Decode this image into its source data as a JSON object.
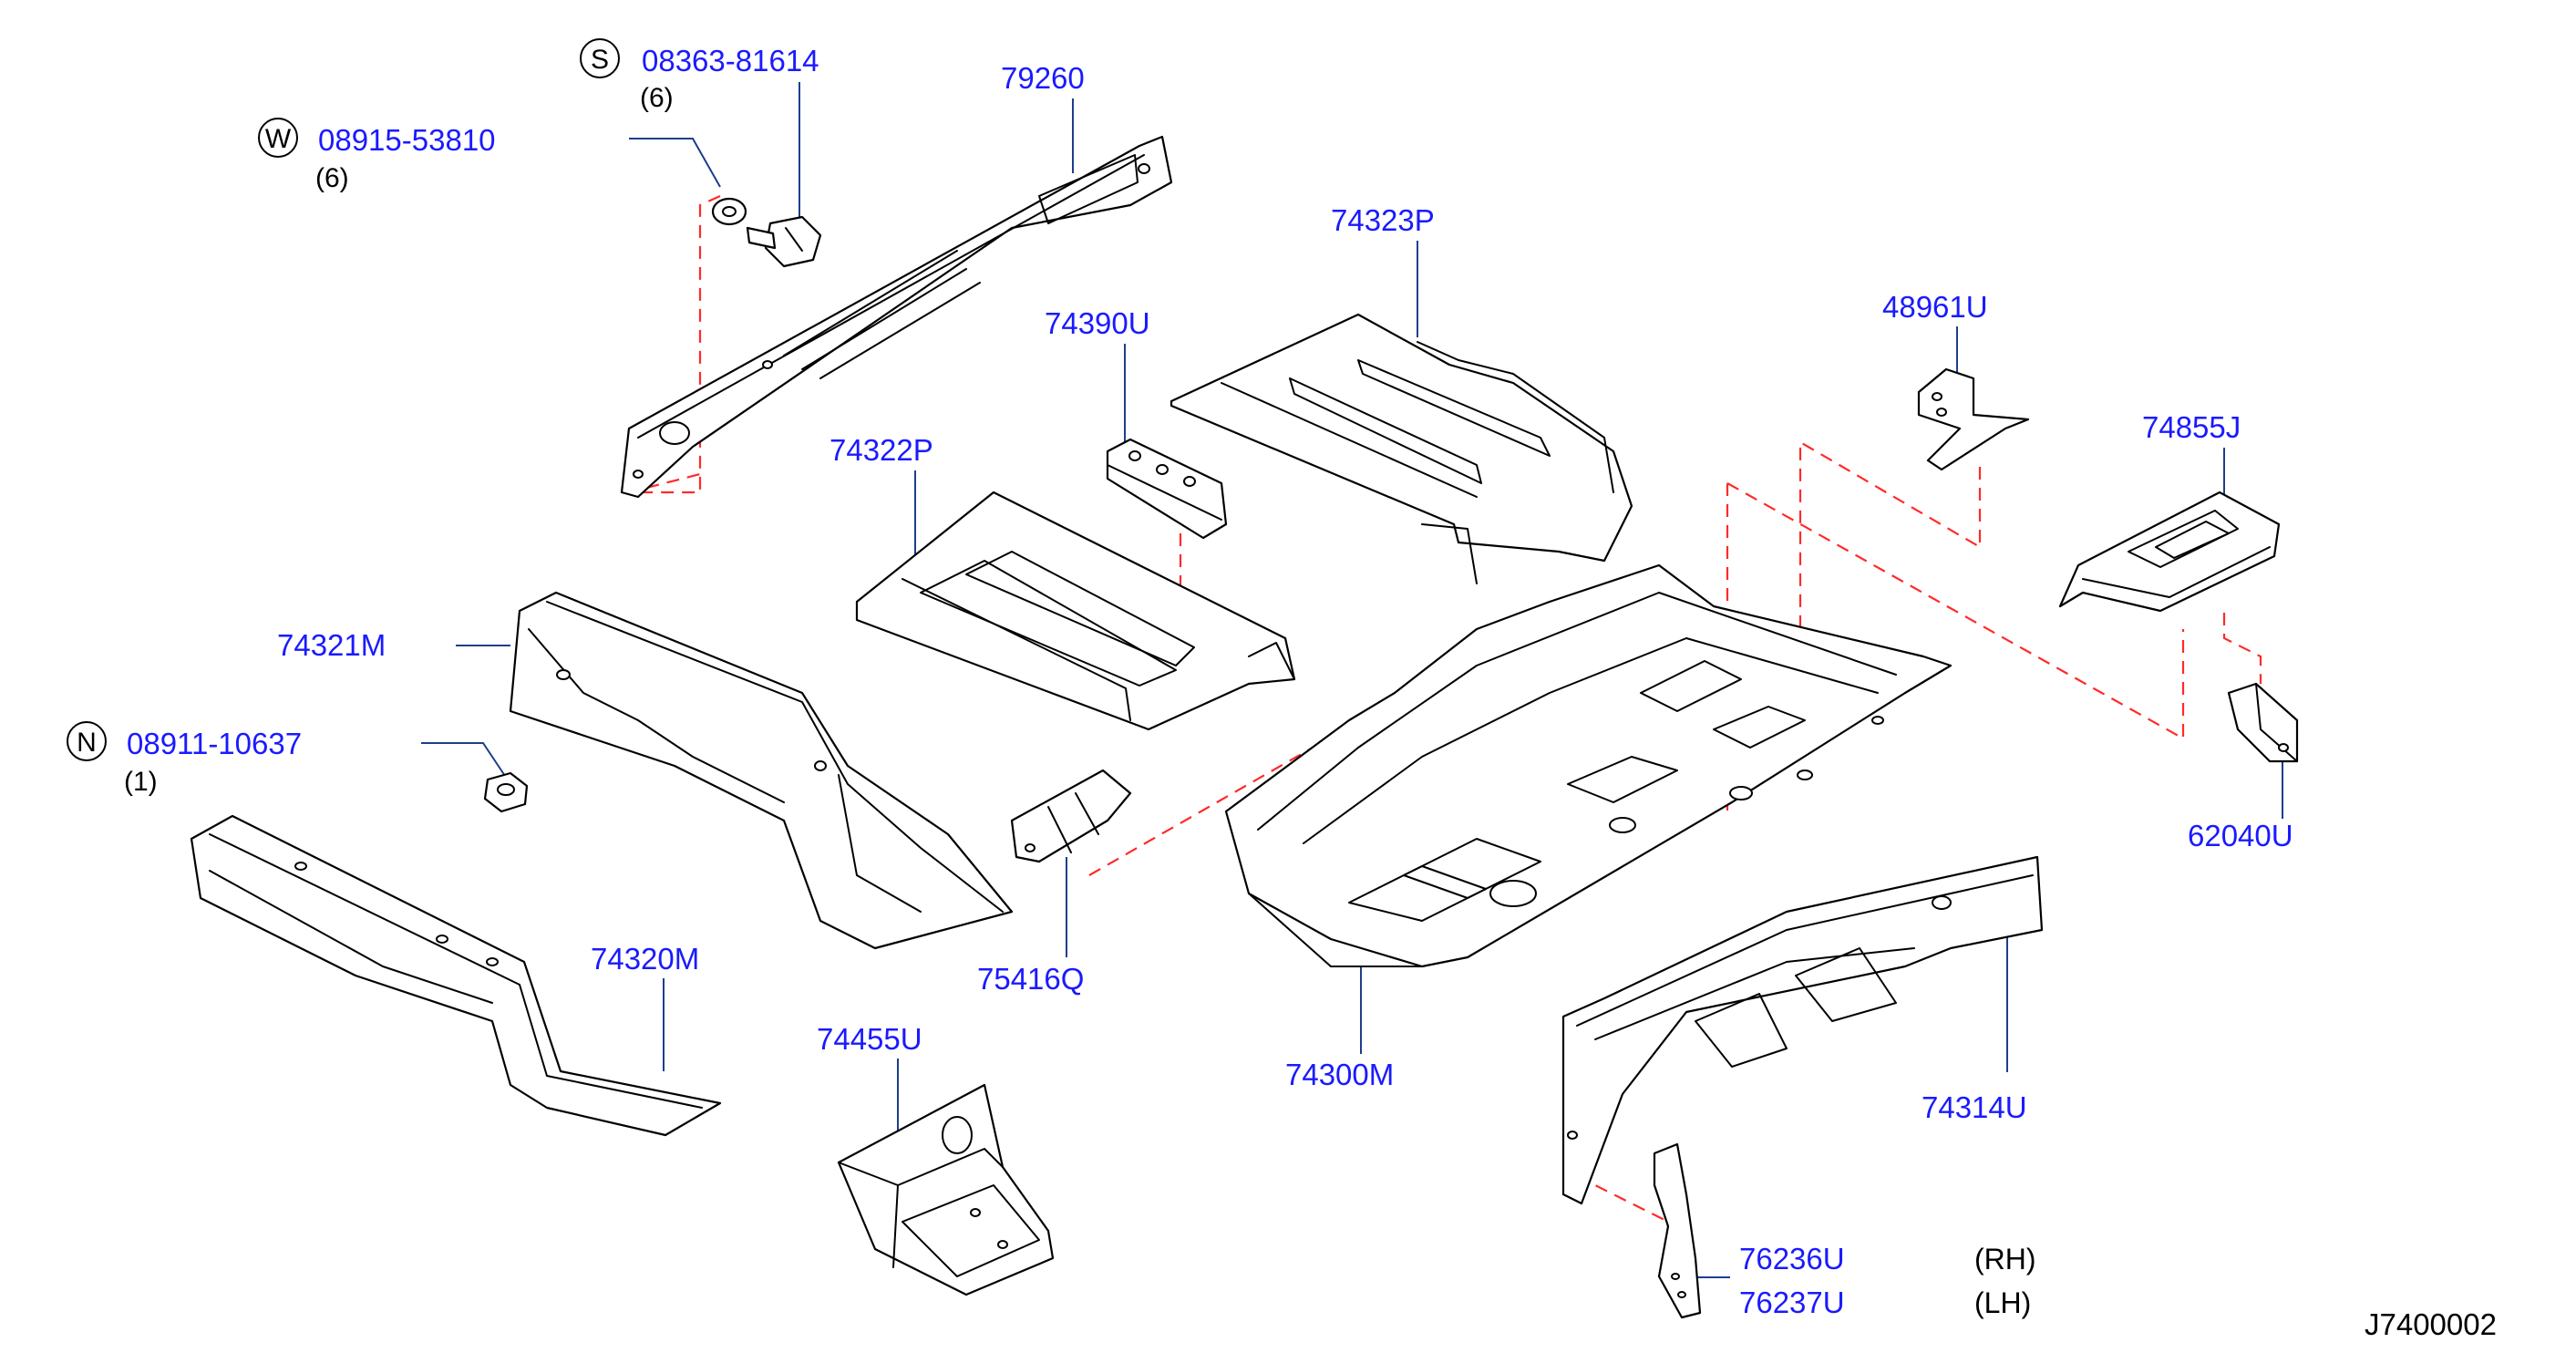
{
  "diagram": {
    "ref_code": "J7400002",
    "fasteners": [
      {
        "symbol": "S",
        "part_no": "08363-81614",
        "qty": "(6)"
      },
      {
        "symbol": "W",
        "part_no": "08915-53810",
        "qty": "(6)"
      },
      {
        "symbol": "N",
        "part_no": "08911-10637",
        "qty": "(1)"
      }
    ],
    "labels": {
      "p79260": "79260",
      "p74323P": "74323P",
      "p74390U": "74390U",
      "p48961U": "48961U",
      "p74322P": "74322P",
      "p74855J": "74855J",
      "p74321M": "74321M",
      "p62040U": "62040U",
      "p75416Q": "75416Q",
      "p74320M": "74320M",
      "p74455U": "74455U",
      "p74300M": "74300M",
      "p74314U": "74314U",
      "p76236U": "76236U",
      "p76237U": "76237U"
    },
    "sides": {
      "rh": "(RH)",
      "lh": "(LH)"
    }
  }
}
